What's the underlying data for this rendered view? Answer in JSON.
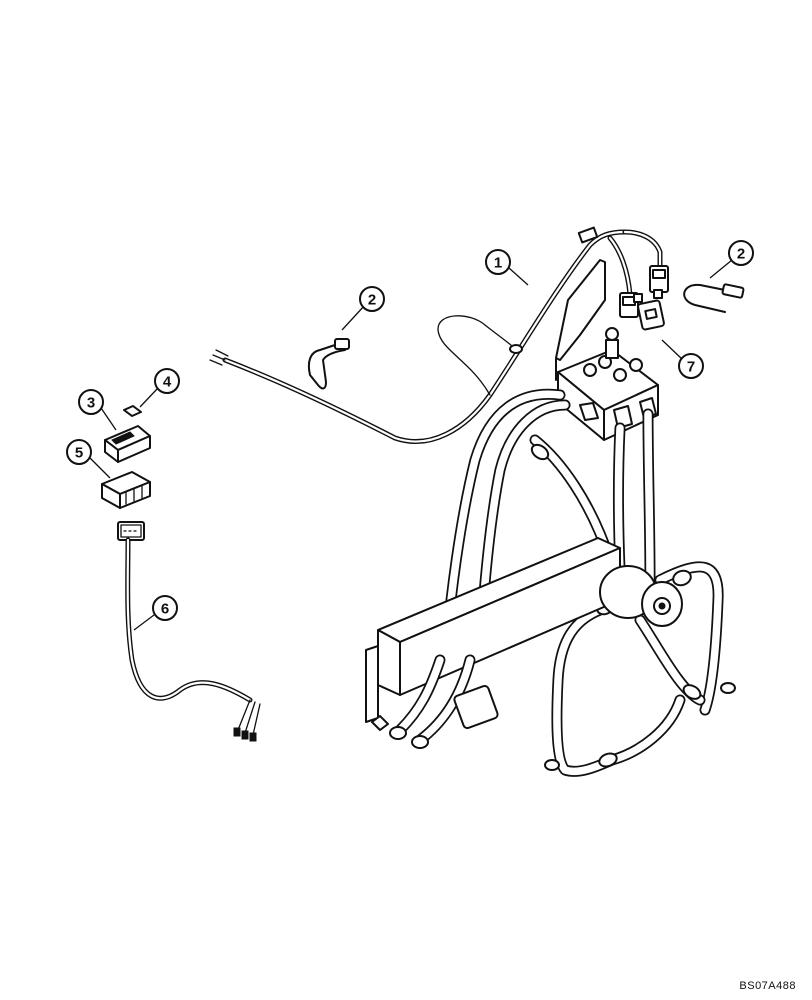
{
  "callouts": [
    {
      "id": "callout-1",
      "label": "1"
    },
    {
      "id": "callout-2a",
      "label": "2"
    },
    {
      "id": "callout-2b",
      "label": "2"
    },
    {
      "id": "callout-3",
      "label": "3"
    },
    {
      "id": "callout-4",
      "label": "4"
    },
    {
      "id": "callout-5",
      "label": "5"
    },
    {
      "id": "callout-6",
      "label": "6"
    },
    {
      "id": "callout-7",
      "label": "7"
    }
  ],
  "reference_code": "BS07A488"
}
